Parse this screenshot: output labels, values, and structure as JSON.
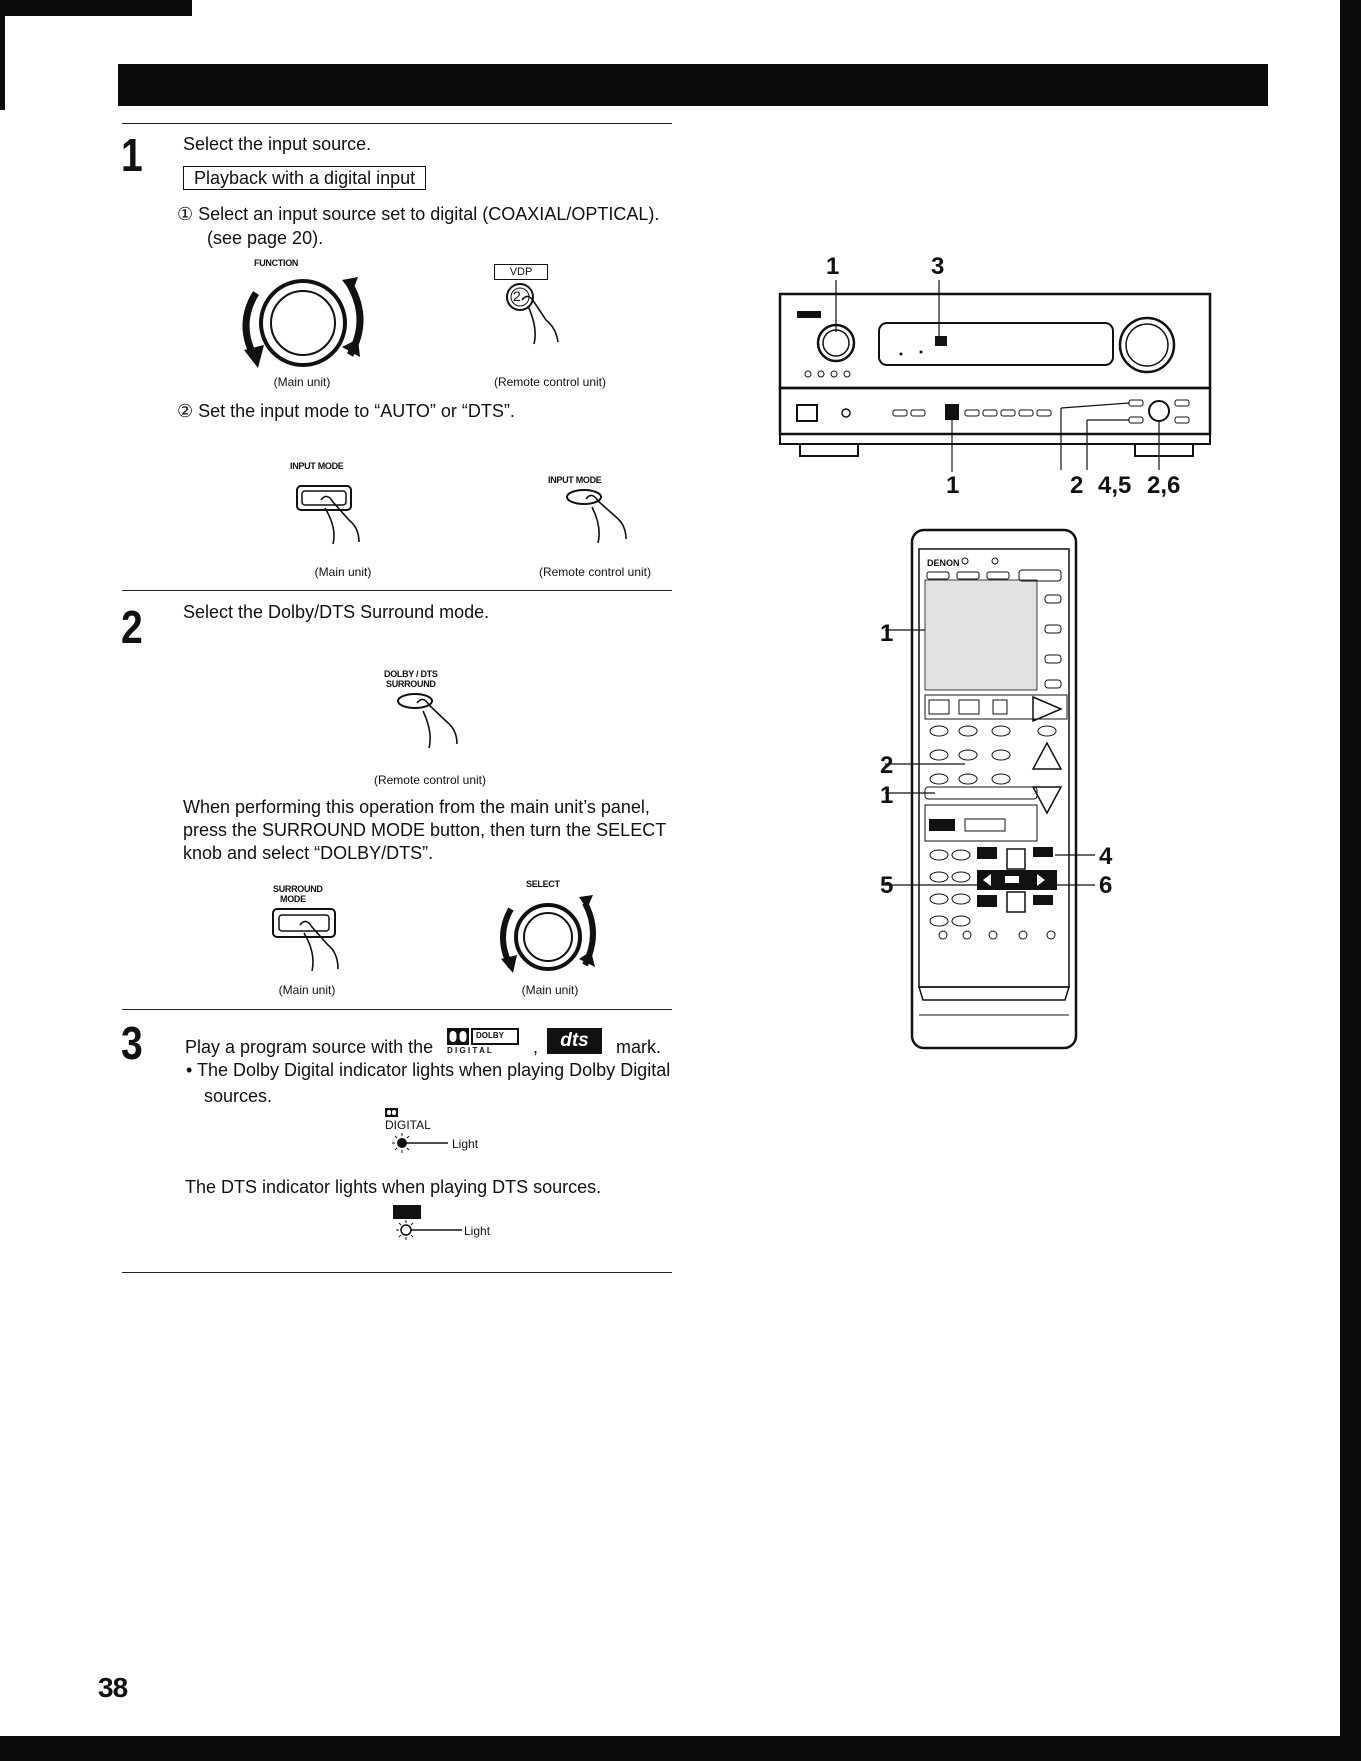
{
  "page_number": "38",
  "steps": [
    {
      "number": "1",
      "title": "Select the input source.",
      "boxed_label": "Playback with a digital input",
      "sub1": "① Select an input source set to digital (COAXIAL/OPTICAL).",
      "sub1b": "(see page 20).",
      "function_label": "FUNCTION",
      "vdp_label": "VDP",
      "vdp_button": "2",
      "main_unit_caption": "(Main unit)",
      "remote_caption": "(Remote control unit)",
      "sub2": "② Set the input mode to “AUTO” or “DTS”.",
      "input_mode_label": "INPUT MODE",
      "input_mode_label_remote": "INPUT MODE"
    },
    {
      "number": "2",
      "title": "Select the Dolby/DTS Surround mode.",
      "dolby_dts_label_1": "DOLBY / DTS",
      "dolby_dts_label_2": "SURROUND",
      "remote_caption": "(Remote control unit)",
      "body_1": "When performing this operation from the main unit’s panel,",
      "body_2": "press the SURROUND MODE button, then turn the SELECT",
      "body_3": "knob and select “DOLBY/DTS”.",
      "surround_label_1": "SURROUND",
      "surround_label_2": "MODE",
      "select_label": "SELECT",
      "main_unit_caption": "(Main unit)",
      "main_unit_caption_2": "(Main unit)"
    },
    {
      "number": "3",
      "title_pre": "Play a program source with the",
      "title_sep": ",",
      "title_post": "mark.",
      "bullet": "• The Dolby Digital indicator lights when playing Dolby Digital",
      "bullet_2": "sources.",
      "digital_label": "DIGITAL",
      "light_label": "Light",
      "dts_text": "The DTS indicator lights when playing DTS sources.",
      "light_label_2": "Light",
      "logo_dolby": "DOLBY",
      "logo_digital": "D I G I T A L",
      "logo_dts": "dts"
    }
  ],
  "diagram": {
    "callouts_top": [
      "1",
      "3"
    ],
    "callouts_bottom": [
      "1",
      "2",
      "4,5",
      "2,6"
    ],
    "remote_callouts_left": [
      "1",
      "2",
      "1",
      "5"
    ],
    "remote_callouts_right": [
      "4",
      "6"
    ],
    "remote_brand": "DENON"
  }
}
